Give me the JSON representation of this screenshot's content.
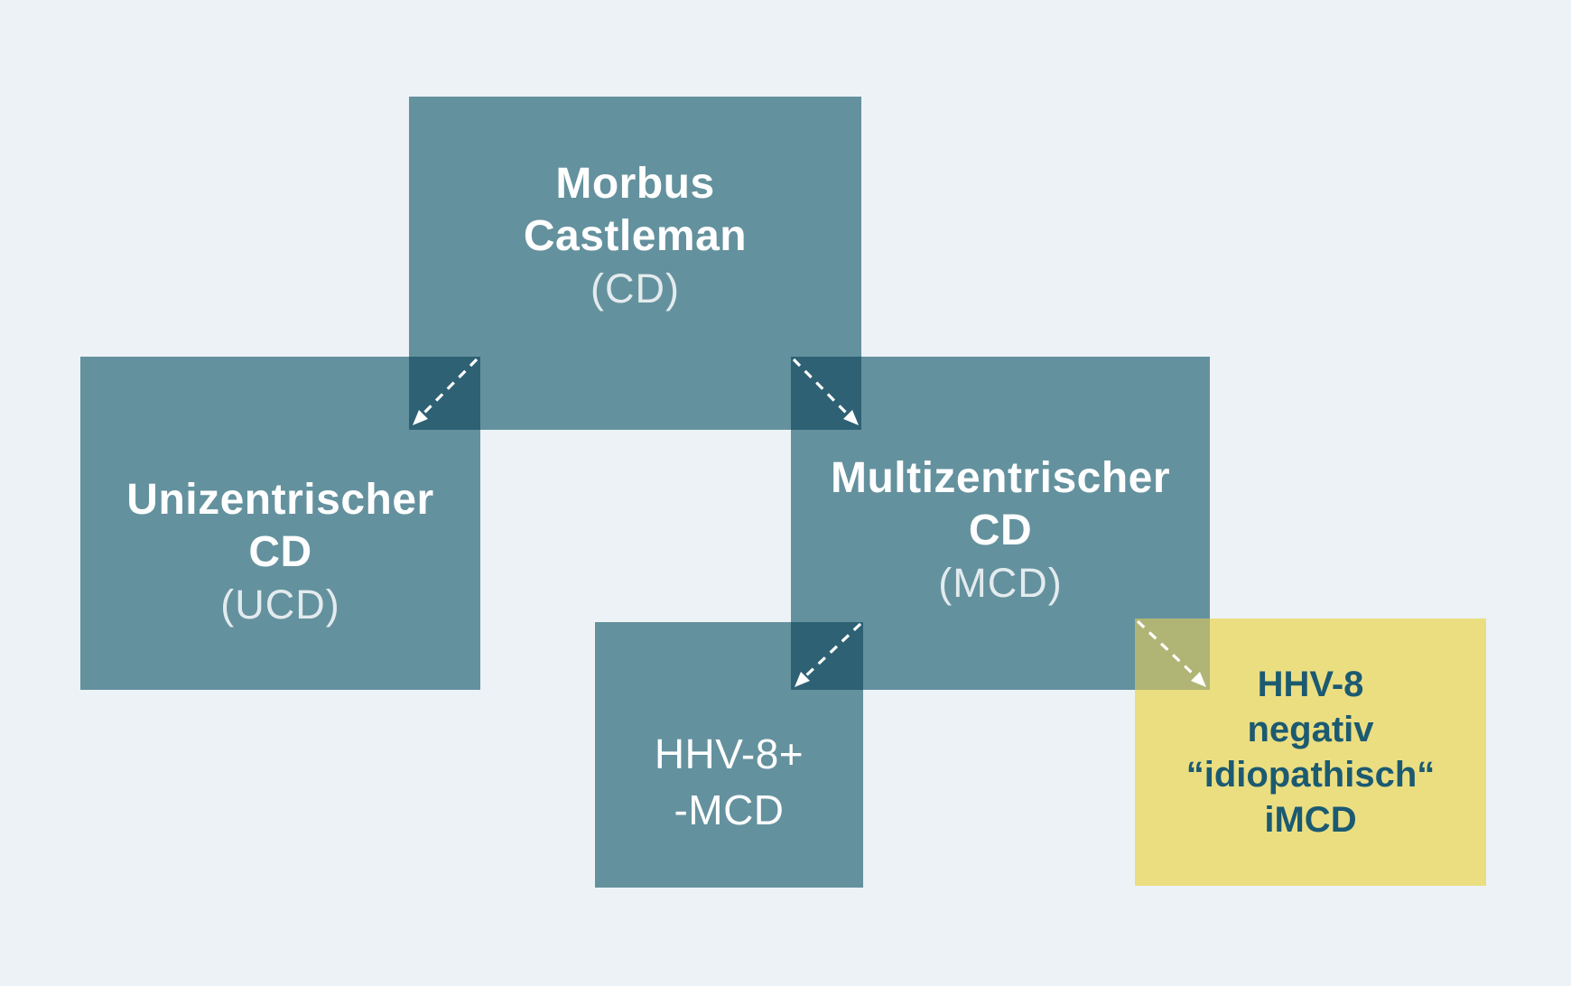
{
  "colors": {
    "background": "#edf2f6",
    "box_teal": "#64919e",
    "overlap_dark_teal": "#2e6173",
    "box_yellow": "#ebde81",
    "overlap_olive": "#b0b575",
    "title_text": "#ffffff",
    "subtitle_text": "rgba(255,255,255,0.82)",
    "imcd_text": "#1b5a71"
  },
  "boxes": {
    "cd": {
      "line1": "Morbus",
      "line2": "Castleman",
      "sub": "(CD)"
    },
    "ucd": {
      "line1": "Unizentrischer",
      "line2": "CD",
      "sub": "(UCD)"
    },
    "mcd": {
      "line1": "Multizentrischer",
      "line2": "CD",
      "sub": "(MCD)"
    },
    "hhv8": {
      "line1": "HHV-8+",
      "line2": "-MCD"
    },
    "imcd": {
      "line1": "HHV-8",
      "line2": "negativ",
      "line3": "“idiopathisch“",
      "line4": "iMCD"
    }
  }
}
